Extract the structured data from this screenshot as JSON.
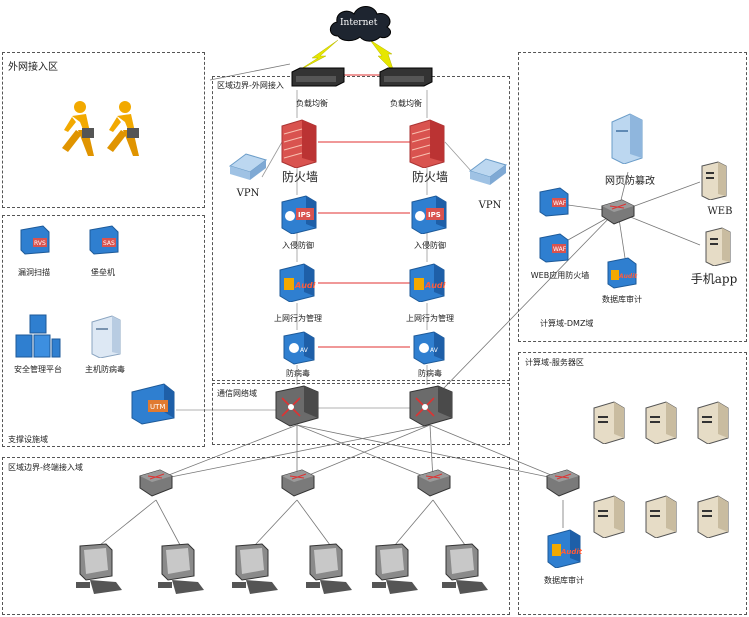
{
  "internet": {
    "label": "Internet"
  },
  "zones": {
    "external": "外网接入区",
    "support": "支撑设施域",
    "boundary_external": "区域边界-外网接入",
    "comm_network": "通信网络域",
    "dmz": "计算域-DMZ域",
    "server": "计算域-服务器区",
    "boundary_terminal": "区域边界-终端接入域"
  },
  "devices": {
    "lb_left": "负载均衡",
    "lb_right": "负载均衡",
    "fw_left": "防火墙",
    "fw_right": "防火墙",
    "vpn_left": "VPN",
    "vpn_right": "VPN",
    "ips_left": "入侵防御",
    "ips_right": "入侵防御",
    "audit_left": "上网行为管理",
    "audit_right": "上网行为管理",
    "av_left": "防病毒",
    "av_right": "防病毒",
    "vuln_scan": "漏洞扫描",
    "bastion": "堡垒机",
    "sec_mgmt": "安全管理平台",
    "host_av": "主机防病毒",
    "web_tamper": "网页防篡改",
    "waf": "WEB应用防火墙",
    "db_audit_dmz": "数据库审计",
    "web_server": "WEB",
    "mobile_app": "手机app",
    "db_audit_server": "数据库审计",
    "utm": "UTM"
  },
  "icon_text": {
    "ips": "IPS",
    "audit": "Audit",
    "av": "AV",
    "waf": "WAF",
    "utm": "UTM",
    "scan": "RVS",
    "bastion": "SAS"
  },
  "colors": {
    "firewall": "#d9534f",
    "device_blue": "#2f7fd0",
    "router_dark": "#6b6b6b",
    "switch_dark": "#7a7a7a",
    "person": "#f2a900",
    "server_beige": "#e6dcc6",
    "red_link": "#e03030",
    "yellow_bolt": "#e6e600"
  }
}
